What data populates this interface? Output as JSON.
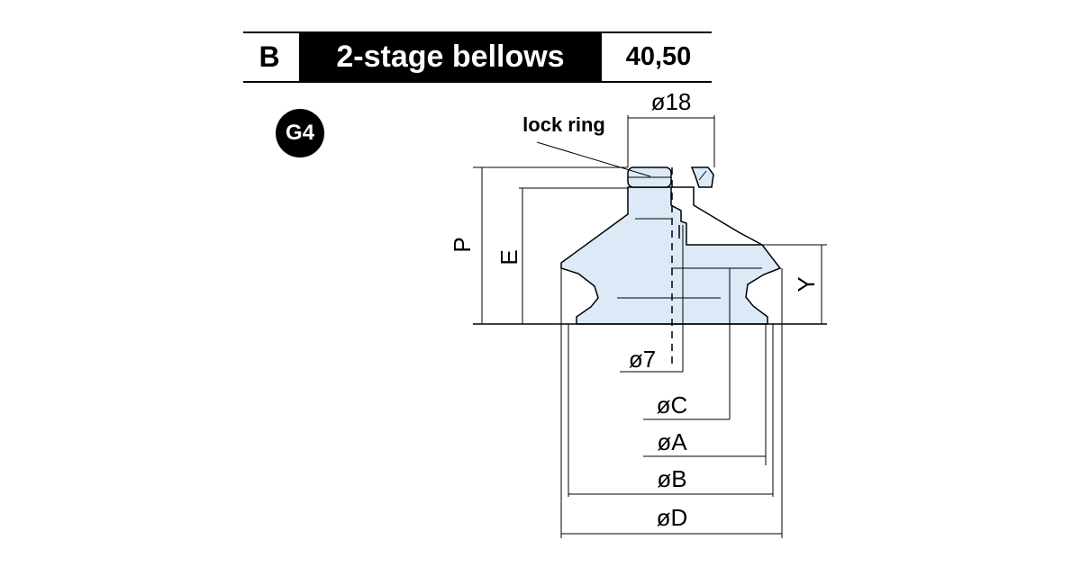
{
  "header": {
    "code": "B",
    "title": "2-stage bellows",
    "value": "40,50"
  },
  "badge": {
    "label": "G4"
  },
  "drawing": {
    "fill_color": "#dbeaf6",
    "line_color": "#000000",
    "labels": {
      "lock_ring": "lock ring",
      "dia_18": "ø18",
      "dia_7": "ø7",
      "dia_c": "øC",
      "dia_a": "øA",
      "dia_b": "øB",
      "dia_d": "øD",
      "dim_p": "P",
      "dim_e": "E",
      "dim_y": "Y"
    }
  }
}
